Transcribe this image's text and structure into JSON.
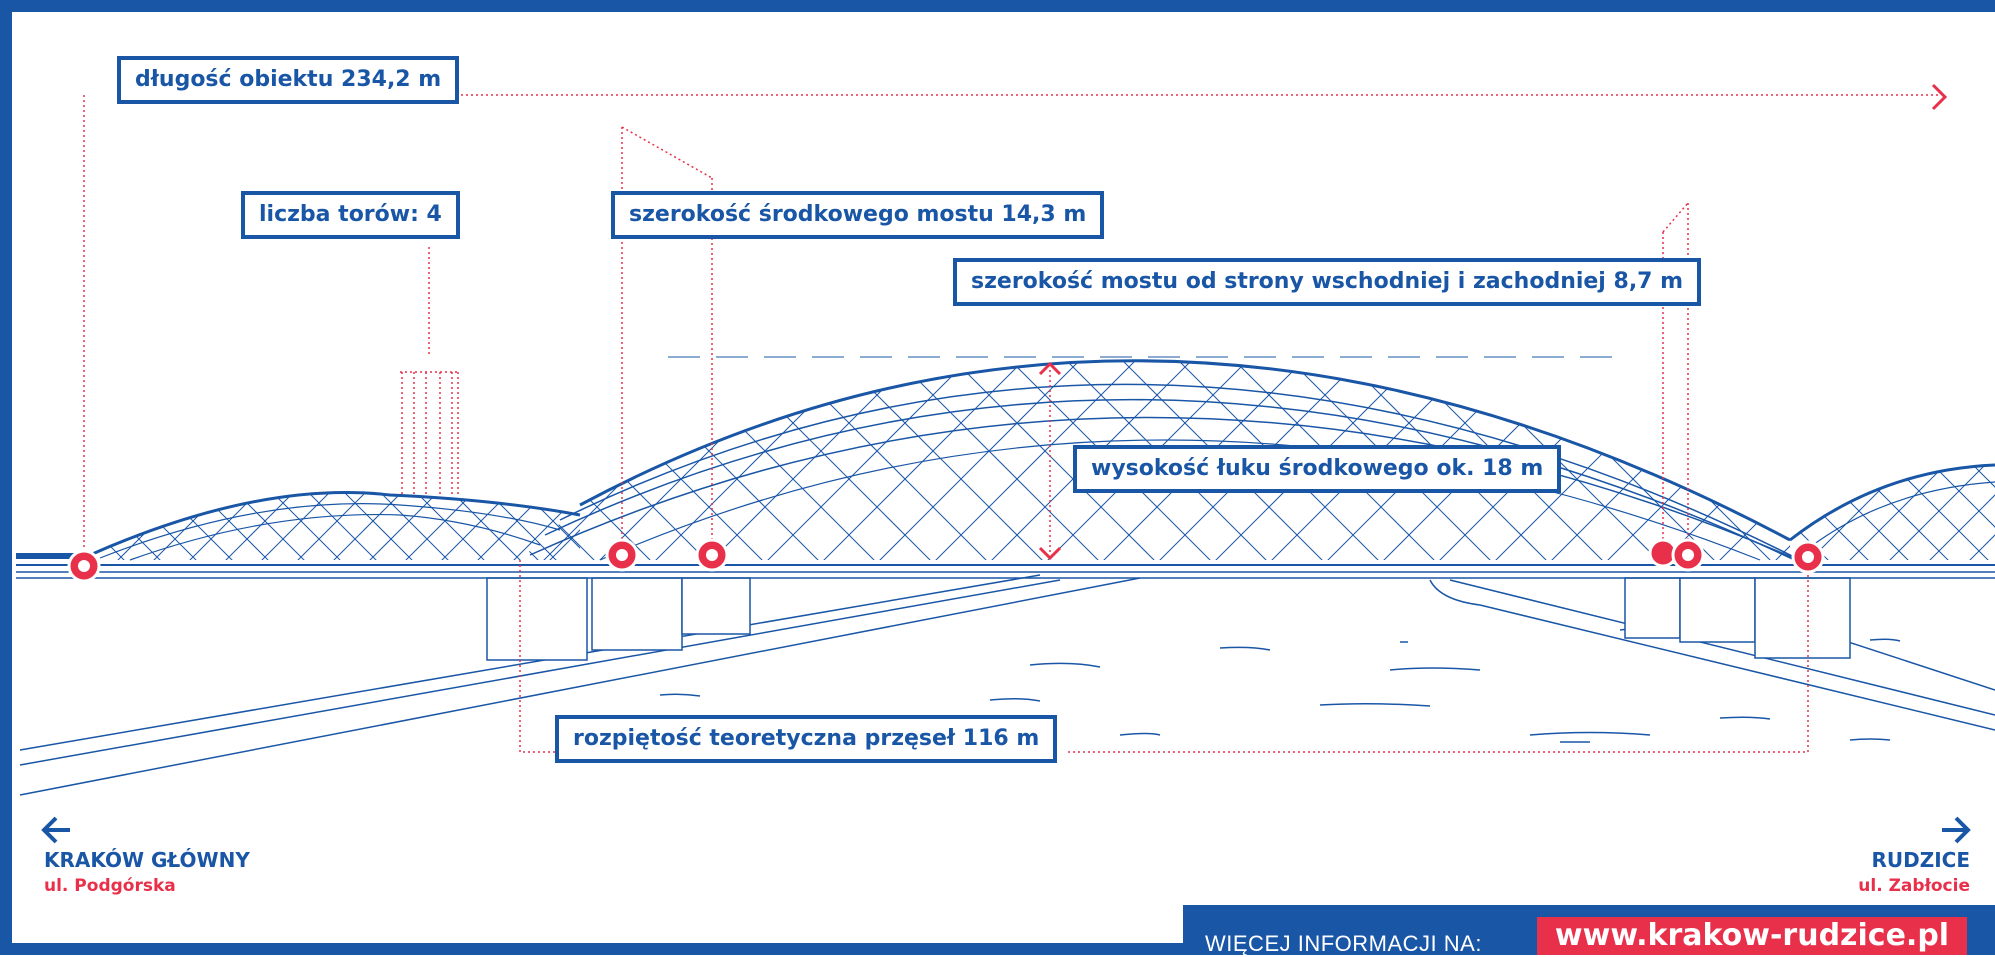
{
  "labels": {
    "length": "długość obiektu 234,2 m",
    "tracks": "liczba torów: 4",
    "center_width": "szerokość środkowego mostu 14,3 m",
    "side_width": "szerokość mostu od strony wschodniej i zachodniej 8,7 m",
    "arch_height": "wysokość łuku środkowego ok. 18 m",
    "span": "rozpiętość teoretyczna przęseł 116 m"
  },
  "locations": {
    "left": {
      "city": "KRAKÓW GŁÓWNY",
      "street": "ul. Podgórska",
      "icon": "arrow-left-icon"
    },
    "right": {
      "city": "RUDZICE",
      "street": "ul. Zabłocie",
      "icon": "arrow-right-icon"
    }
  },
  "footer": {
    "info_label": "WIĘCEJ INFORMACJI NA:",
    "url": "www.krakow-rudzice.pl"
  },
  "colors": {
    "blue": "#1a56a6",
    "red": "#e8304a",
    "white": "#ffffff"
  }
}
